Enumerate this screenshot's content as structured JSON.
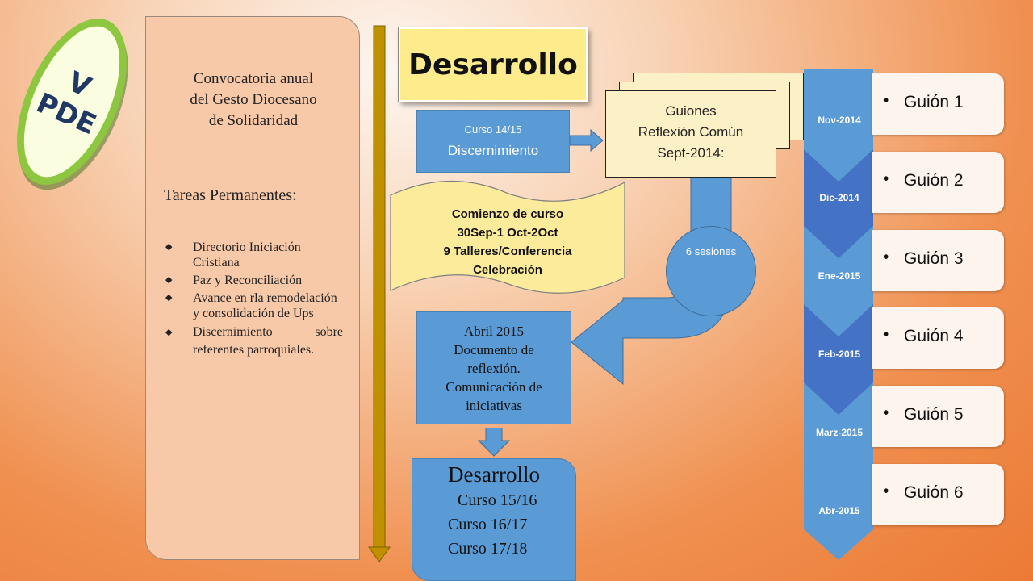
{
  "badge": {
    "line1": "V",
    "line2": "PDE"
  },
  "left_panel": {
    "title_lines": [
      "Convocatoria anual",
      "del Gesto Diocesano",
      "de Solidaridad"
    ],
    "subtitle": "Tareas Permanentes:",
    "items": [
      "Directorio Iniciación Cristiana",
      "Paz y Reconciliación",
      "Avance en rla remodelación y consolidación de Ups",
      "Discernimiento sobre referentes parroquiales."
    ]
  },
  "title": "Desarrollo",
  "curso": {
    "small": "Curso 14/15",
    "big": "Discernimiento"
  },
  "guiones": {
    "lines": [
      "Guiones",
      "Reflexión Común",
      "Sept-2014:"
    ]
  },
  "comienzo": {
    "lines": [
      "Comienzo de curso",
      "30Sep-1 Oct-2Oct",
      "9 Talleres/Conferencia",
      "Celebración"
    ]
  },
  "sesiones": "6 sesiones",
  "abril": {
    "lines": [
      "Abril 2015",
      "Documento de",
      "reflexión.",
      "Comunicación de",
      "iniciativas"
    ]
  },
  "desarrollo_bottom": {
    "title": "Desarrollo",
    "lines": [
      "Curso 15/16",
      "Curso 16/17",
      "Curso 17/18"
    ]
  },
  "timeline": [
    {
      "date": "Nov-2014",
      "guion": "Guión 1"
    },
    {
      "date": "Dic-2014",
      "guion": "Guión 2"
    },
    {
      "date": "Ene-2015",
      "guion": "Guión 3"
    },
    {
      "date": "Feb-2015",
      "guion": "Guión 4"
    },
    {
      "date": "Marz-2015",
      "guion": "Guión 5"
    },
    {
      "date": "Abr-2015",
      "guion": "Guión 6"
    }
  ],
  "colors": {
    "blue": "#5b9bd5",
    "dark_blue": "#4472c4",
    "title_yellow": "#fdeb8c",
    "badge_green": "#8dc63f",
    "arrow_gold": "#bf9000"
  }
}
